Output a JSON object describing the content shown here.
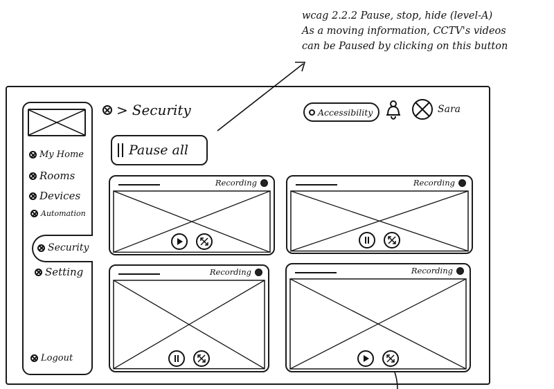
{
  "annotation": {
    "lines": [
      "wcag 2.2.2 Pause, stop, hide (level-A)",
      "As a moving information, CCTV's videos",
      "can be Paused by clicking on this button"
    ]
  },
  "sidebar": {
    "logo": "image-placeholder",
    "items": [
      {
        "label": "My Home",
        "icon": "x-circle-icon"
      },
      {
        "label": "Rooms",
        "icon": "x-circle-icon"
      },
      {
        "label": "Devices",
        "icon": "x-circle-icon"
      },
      {
        "label": "Automation",
        "icon": "x-circle-icon"
      },
      {
        "label": "Security",
        "icon": "x-circle-icon",
        "active": true
      },
      {
        "label": "Setting",
        "icon": "x-circle-icon"
      }
    ],
    "logout": {
      "label": "Logout",
      "icon": "x-circle-icon"
    }
  },
  "header": {
    "breadcrumb": {
      "separator": ">",
      "current": "Security"
    },
    "accessibility_label": "Accessibility",
    "notification_icon": "bell-icon",
    "user_name": "Sara"
  },
  "toolbar": {
    "pause_all_label": "Pause all",
    "pause_icon": "pause-icon"
  },
  "cameras": [
    {
      "status": "Recording",
      "primary_control": "play",
      "secondary_control": "expand"
    },
    {
      "status": "Recording",
      "primary_control": "pause",
      "secondary_control": "expand"
    },
    {
      "status": "Recording",
      "primary_control": "pause",
      "secondary_control": "expand"
    },
    {
      "status": "Recording",
      "primary_control": "play",
      "secondary_control": "expand"
    }
  ]
}
